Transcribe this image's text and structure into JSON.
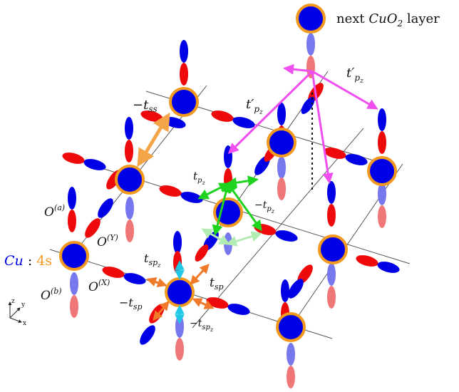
{
  "labels": {
    "next_layer_prefix": "next ",
    "next_layer_formula": "CuO",
    "next_layer_sub": "2",
    "next_layer_suffix": " layer",
    "tss": "−t",
    "tss_sub": "ss",
    "tpz_prime_1": "t′",
    "tpz_prime_1_sub": "p",
    "tpz_prime_1_subsub": "z",
    "tpz_prime_2": "t′",
    "tpz_prime_2_sub": "p",
    "tpz_prime_2_subsub": "z",
    "tpz": "t",
    "tpz_sub": "p",
    "tpz_subsub": "z",
    "neg_tpz": "−t",
    "neg_tpz_sub": "p",
    "neg_tpz_subsub": "z",
    "oa": "O",
    "oa_sup": "(a)",
    "oy": "O",
    "oy_sup": "(Y)",
    "ox": "O",
    "ox_sup": "(X)",
    "ob": "O",
    "ob_sup": "(b)",
    "cu": "Cu",
    "colon": " : ",
    "fours": "4s",
    "tspz": "t",
    "tspz_sub": "sp",
    "tspz_subsub": "z",
    "tsp": "t",
    "tsp_sub": "sp",
    "neg_tsp": "−t",
    "neg_tsp_sub": "sp",
    "neg_tspz": "−t",
    "neg_tspz_sub": "sp",
    "neg_tspz_subsub": "z",
    "axis_z": "z",
    "axis_y": "y",
    "axis_x": "x"
  },
  "colors": {
    "cu_fill": "#0000e6",
    "cu_ring": "#f29a1f",
    "lobe_blue": "#0000e6",
    "lobe_red": "#ee0a0a",
    "lobe_blue_light": "#7777ee",
    "lobe_red_light": "#f07777",
    "tss_arrow": "#f4a548",
    "tpz_prime_arrow": "#f04ff0",
    "tpz_arrow": "#1ed41e",
    "tpz_arrow_light": "#b2ecb2",
    "tsp_arrow": "#f07a2a",
    "tspz_arrow": "#20c8e6"
  }
}
